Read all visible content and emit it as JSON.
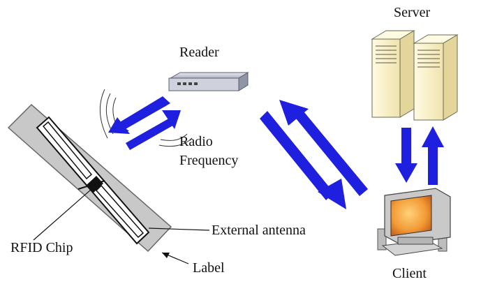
{
  "labels": {
    "server": "Server",
    "reader": "Reader",
    "radio_frequency": [
      "Radio",
      "Frequency"
    ],
    "external_antenna": "External antenna",
    "rfid_chip": "RFID Chip",
    "label": "Label",
    "client": "Client"
  },
  "colors": {
    "arrow_blue": "#1f1fe0",
    "label_gray": "#c8c8c8",
    "server_beige": "#fbf3c8",
    "reader_gray": "#c9ccd6",
    "monitor_gray": "#c9c9c9",
    "screen_orange": "#e78a2a"
  }
}
